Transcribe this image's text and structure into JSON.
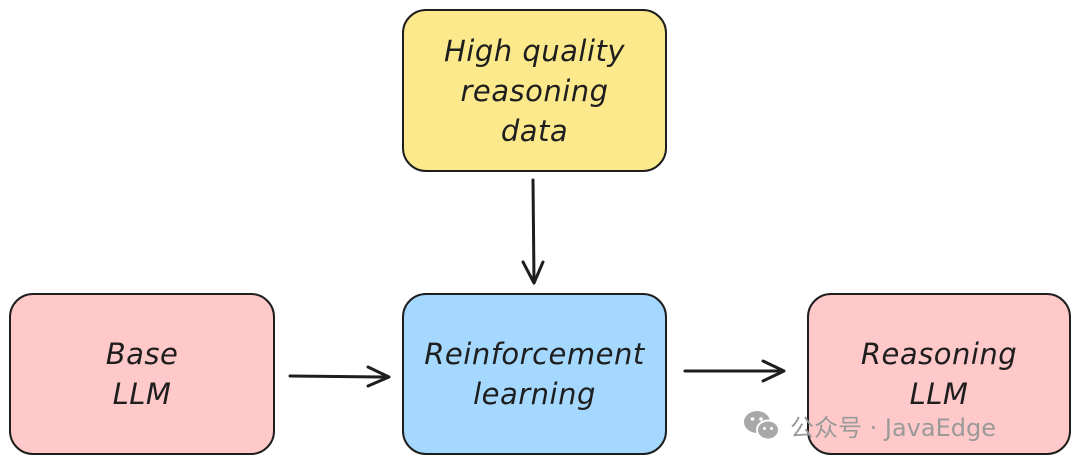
{
  "nodes": {
    "data": {
      "lines": [
        "High quality",
        "reasoning",
        "data"
      ],
      "fill": "#fce98c"
    },
    "base": {
      "lines": [
        "Base",
        "LLM"
      ],
      "fill": "#ffc9c9"
    },
    "rl": {
      "lines": [
        "Reinforcement",
        "learning"
      ],
      "fill": "#a5d8ff"
    },
    "reasoning": {
      "lines": [
        "Reasoning",
        "LLM"
      ],
      "fill": "#ffc9c9"
    }
  },
  "watermark": {
    "text": "公众号 · JavaEdge",
    "icon": "wechat-icon"
  },
  "colors": {
    "stroke": "#1e1e1e",
    "watermark": "#9a9a9a"
  }
}
